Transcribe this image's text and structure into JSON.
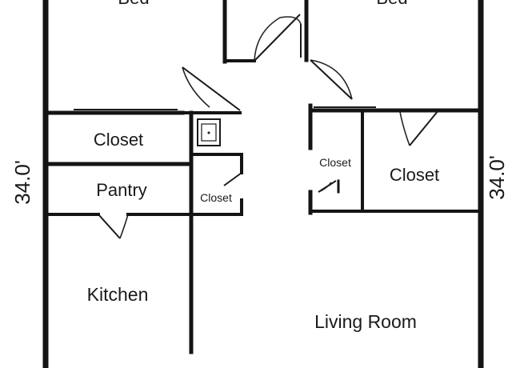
{
  "floor_plan": {
    "rooms": {
      "bed_left": "Bed",
      "bed_right": "Bed",
      "closet_left": "Closet",
      "pantry": "Pantry",
      "closet_small": "Closet",
      "closet_mid": "Closet",
      "closet_right": "Closet",
      "kitchen": "Kitchen",
      "living_room": "Living Room"
    },
    "dimensions": {
      "left": "34.0'",
      "right": "34.0'"
    }
  }
}
